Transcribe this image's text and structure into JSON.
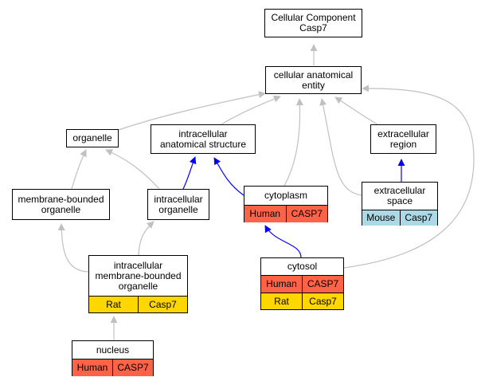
{
  "nodes": {
    "root": {
      "title": "Cellular Component\nCasp7"
    },
    "cae": {
      "title": "cellular anatomical\nentity"
    },
    "organelle": {
      "title": "organelle"
    },
    "ias": {
      "title": "intracellular\nanatomical structure"
    },
    "er": {
      "title": "extracellular\nregion"
    },
    "mbo": {
      "title": "membrane-bounded\norganelle"
    },
    "io": {
      "title": "intracellular\norganelle"
    },
    "cytoplasm": {
      "title": "cytoplasm",
      "rows": [
        [
          "Human",
          "CASP7"
        ]
      ]
    },
    "es": {
      "title": "extracellular\nspace",
      "rows": [
        [
          "Mouse",
          "Casp7"
        ]
      ]
    },
    "imbo": {
      "title": "intracellular\nmembrane-bounded\norganelle",
      "rows": [
        [
          "Rat",
          "Casp7"
        ]
      ]
    },
    "cytosol": {
      "title": "cytosol",
      "rows": [
        [
          "Human",
          "CASP7"
        ],
        [
          "Rat",
          "Casp7"
        ]
      ]
    },
    "nucleus": {
      "title": "nucleus",
      "rows": [
        [
          "Human",
          "CASP7"
        ]
      ]
    }
  },
  "species_colors": {
    "Human": "#ff6347",
    "Rat": "#ffd700",
    "Mouse": "#add8e6"
  },
  "edge_colors": {
    "is_a": "#c0c0c0",
    "part_of": "#0000ff"
  }
}
